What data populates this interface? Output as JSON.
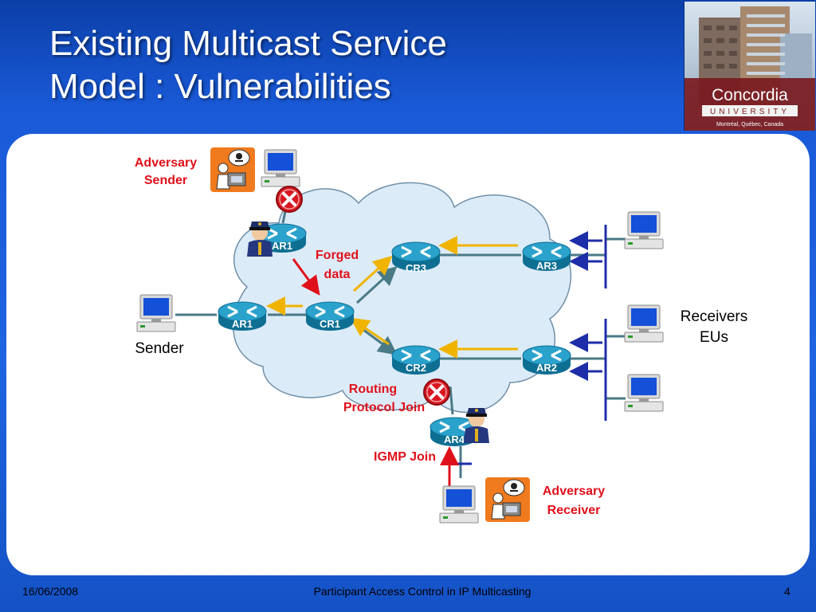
{
  "slide": {
    "title_line1": "Existing Multicast Service",
    "title_line2": "Model : Vulnerabilities",
    "logo_name": "Concordia",
    "logo_sub": "UNIVERSITY",
    "logo_location": "Montréal, Québec, Canada"
  },
  "diagram": {
    "routers": {
      "ar1_left": "AR1",
      "cr1": "CR1",
      "cr2": "CR2",
      "cr3": "CR3",
      "ar2": "AR2",
      "ar3": "AR3",
      "ar1_top": "AR1",
      "ar4": "AR4"
    },
    "labels": {
      "adversary_sender_1": "Adversary",
      "adversary_sender_2": "Sender",
      "forged_1": "Forged",
      "forged_2": "data",
      "sender": "Sender",
      "receivers_1": "Receivers",
      "receivers_2": "EUs",
      "routing_1": "Routing",
      "routing_2": "Protocol Join",
      "igmp": "IGMP Join",
      "adversary_receiver_1": "Adversary",
      "adversary_receiver_2": "Receiver"
    },
    "colors": {
      "alert_red": "#e0101a",
      "router_blue": "#1a8fb8",
      "flow_yellow": "#f0b400",
      "link_grey": "#4a7a86",
      "lan_blue": "#1e2ea8"
    }
  },
  "footer": {
    "date": "16/06/2008",
    "center": "Participant Access Control in IP Multicasting",
    "page": "4"
  }
}
